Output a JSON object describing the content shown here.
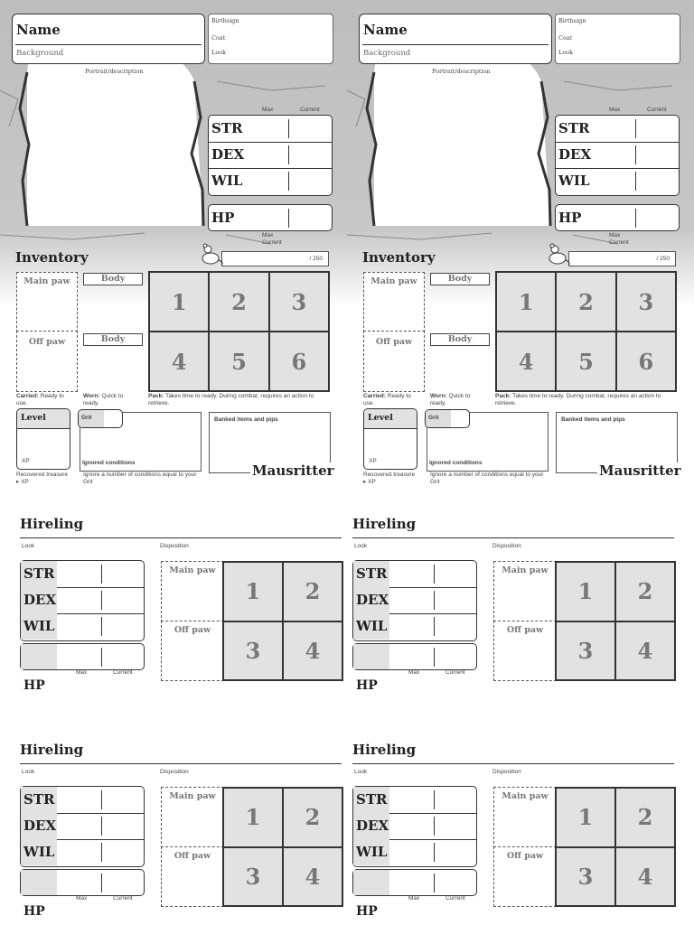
{
  "sheet": {
    "name_label": "Name",
    "background_label": "Background",
    "birthsign_label": "Birthsign",
    "coat_label": "Coat",
    "look_label": "Look",
    "portrait_label": "Portrait/description",
    "max_label": "Max",
    "current_label": "Current",
    "stats": [
      "STR",
      "DEX",
      "WIL"
    ],
    "hp_label": "HP",
    "inventory_label": "Inventory",
    "pips_label": "/ 250",
    "main_paw": "Main paw",
    "off_paw": "Off paw",
    "body_label": "Body",
    "grid_numbers": [
      "1",
      "2",
      "3",
      "4",
      "5",
      "6"
    ],
    "carried_label": "Carried:",
    "carried_text": "Ready to use.",
    "worn_label": "Worn:",
    "worn_text": "Quick to ready.",
    "pack_label": "Pack:",
    "pack_text": "Takes time to ready. During combat, requires an action to retrieve.",
    "level_label": "Level",
    "xp_label": "XP",
    "grit_label": "Grit",
    "ignored_conditions": "Ignored conditions",
    "grit_text": "Ignore a number of conditions equal to your Grit",
    "recovered_label": "Recovered treasure",
    "recovered_arrow": "▸",
    "recovered_xp": "XP",
    "banked_label": "Banked items and pips",
    "brand": "Mausritter"
  },
  "hireling": {
    "title": "Hireling",
    "look_label": "Look",
    "disposition_label": "Disposition",
    "stats": [
      "STR",
      "DEX",
      "WIL"
    ],
    "hp_label": "HP",
    "max_label": "Max",
    "current_label": "Current",
    "main_paw": "Main paw",
    "off_paw": "Off paw",
    "grid_numbers": [
      "1",
      "2",
      "3",
      "4"
    ]
  },
  "colors": {
    "ink": "#222222",
    "cell_fill": "#e2e2e2",
    "cell_number": "#777777",
    "stone": "#b5b5b5"
  }
}
